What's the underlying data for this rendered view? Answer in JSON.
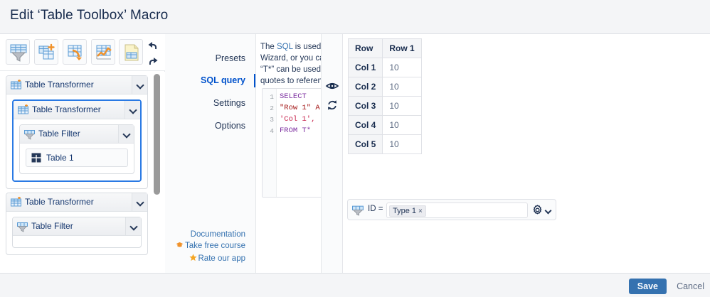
{
  "header": {
    "title": "Edit ‘Table Toolbox’ Macro"
  },
  "toolbar": {
    "buttons": [
      {
        "name": "table-filter-tool",
        "icon": "funnel-table-icon"
      },
      {
        "name": "table-merge-tool",
        "icon": "table-plus-icon"
      },
      {
        "name": "table-transformer-tool",
        "icon": "table-arrow-icon"
      },
      {
        "name": "chart-from-table-tool",
        "icon": "table-chart-icon"
      },
      {
        "name": "table-excerpt-tool",
        "icon": "table-page-icon"
      }
    ],
    "undo_label": "Undo",
    "redo_label": "Redo"
  },
  "tree": {
    "nodes": [
      {
        "label": "Table Transformer",
        "icon": "table-transformer-icon"
      },
      {
        "label": "Table Transformer",
        "icon": "table-transformer-icon",
        "selected": true
      },
      {
        "label": "Table Filter",
        "icon": "table-filter-icon"
      },
      {
        "label": "Table 1",
        "icon": "table-grid-icon"
      },
      {
        "label": "Table Transformer",
        "icon": "table-transformer-icon"
      },
      {
        "label": "Table Filter",
        "icon": "table-filter-icon"
      }
    ]
  },
  "tabs": [
    {
      "label": "Presets",
      "active": false
    },
    {
      "label": "SQL query",
      "active": true
    },
    {
      "label": "Settings",
      "active": false
    },
    {
      "label": "Options",
      "active": false
    }
  ],
  "links": [
    {
      "label": "Documentation",
      "icon": ""
    },
    {
      "label": "Take free course",
      "icon": "graduation-cap-icon"
    },
    {
      "label": "Rate our app",
      "icon": "star-icon"
    }
  ],
  "sql": {
    "description_parts": {
      "p1": "The ",
      "kw": "SQL",
      "p2": " is used t",
      "line2": "Wizard, or you ca",
      "line3": "“T*” can be used",
      "line4": "quotes to referen"
    },
    "code_lines": [
      {
        "n": "1",
        "text": "SELECT",
        "style": "kw"
      },
      {
        "n": "2",
        "text": "\"Row 1\" A",
        "style": "str-d"
      },
      {
        "n": "3",
        "text": "'Col 1',",
        "style": "str-s"
      },
      {
        "n": "4",
        "text": "FROM T*",
        "style": "kw"
      }
    ]
  },
  "strip": {
    "preview_label": "Preview",
    "refresh_label": "Refresh"
  },
  "preview": {
    "columns": [
      "Row",
      "Row 1"
    ],
    "rows": [
      {
        "header": "Col 1",
        "value": "10"
      },
      {
        "header": "Col 2",
        "value": "10"
      },
      {
        "header": "Col 3",
        "value": "10"
      },
      {
        "header": "Col 4",
        "value": "10"
      },
      {
        "header": "Col 5",
        "value": "10"
      }
    ]
  },
  "filter": {
    "label": "ID =",
    "chip": "Type 1",
    "chip_remove": "×",
    "gear_label": "Filter settings",
    "caret_label": "More"
  },
  "footer": {
    "save_label": "Save",
    "cancel_label": "Cancel"
  },
  "colors": {
    "accent": "#0052cc",
    "brand_button": "#3572b0",
    "selected_border": "#2a7ae4",
    "header_bg": "#f4f5f7",
    "text_dark": "#172b4d"
  }
}
